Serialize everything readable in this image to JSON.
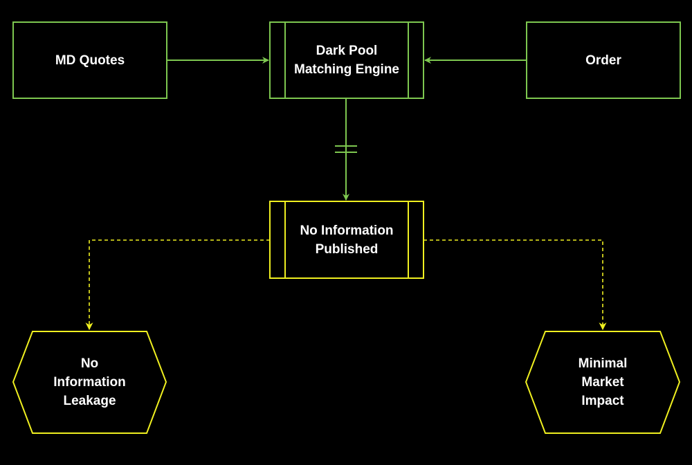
{
  "colors": {
    "background": "#000000",
    "green": "#7ec850",
    "yellow": "#f0f020",
    "text": "#ffffff"
  },
  "nodes": {
    "md_quotes": {
      "lines": [
        "MD Quotes"
      ]
    },
    "matching_engine": {
      "lines": [
        "Dark Pool",
        "Matching Engine"
      ]
    },
    "order": {
      "lines": [
        "Order"
      ]
    },
    "no_info_published": {
      "lines": [
        "No Information",
        "Published"
      ]
    },
    "no_info_leakage": {
      "lines": [
        "No",
        "Information",
        "Leakage"
      ]
    },
    "minimal_impact": {
      "lines": [
        "Minimal",
        "Market",
        "Impact"
      ]
    }
  }
}
